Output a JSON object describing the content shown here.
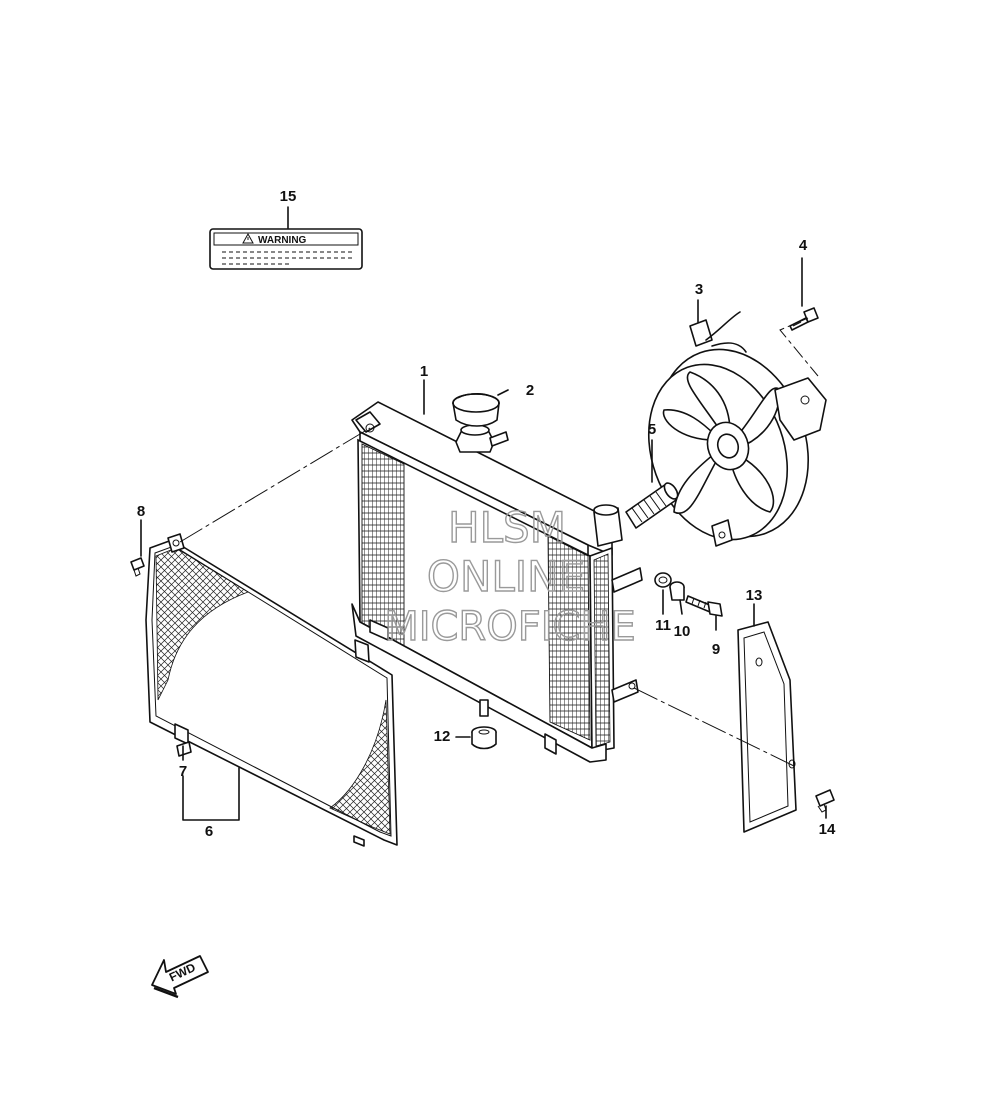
{
  "callouts": {
    "c1": "1",
    "c2": "2",
    "c3": "3",
    "c4": "4",
    "c5": "5",
    "c6": "6",
    "c7": "7",
    "c8": "8",
    "c9": "9",
    "c10": "10",
    "c11": "11",
    "c12": "12",
    "c13": "13",
    "c14": "14",
    "c15": "15"
  },
  "warning_label": {
    "text": "WARNING"
  },
  "watermark": {
    "line1": "HLSM",
    "line2": "ONLINE",
    "line3": "MICROFICHE"
  },
  "direction_arrow": {
    "text": "FWD"
  },
  "colors": {
    "line": "#111111",
    "watermark": "#9a9a9a",
    "background": "#ffffff"
  }
}
